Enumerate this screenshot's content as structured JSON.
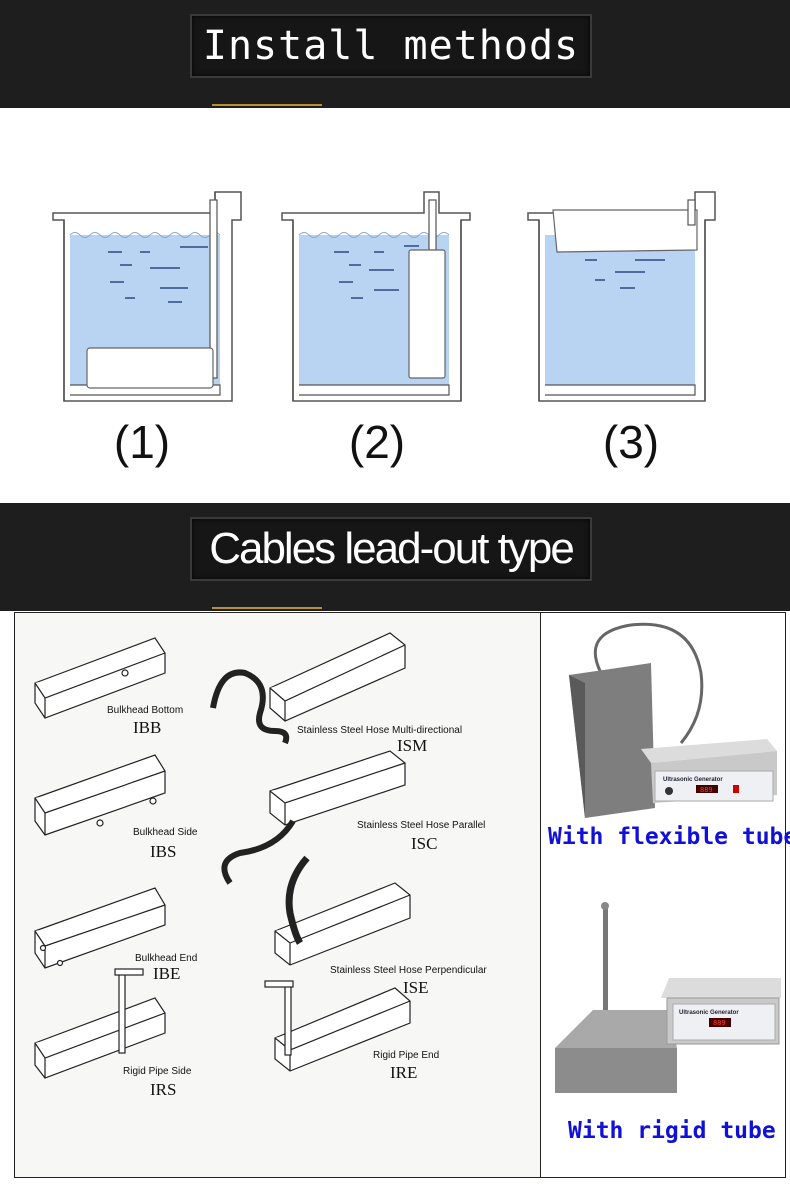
{
  "section1": {
    "title": "Install methods",
    "methods": [
      "(1)",
      "(2)",
      "(3)"
    ]
  },
  "section2": {
    "title": "Cables lead-out type",
    "types": [
      {
        "desc": "Bulkhead Bottom",
        "code": "IBB"
      },
      {
        "desc": "Stainless Steel Hose Multi-directional",
        "code": "ISM"
      },
      {
        "desc": "Bulkhead Side",
        "code": "IBS"
      },
      {
        "desc": "Stainless Steel Hose Parallel",
        "code": "ISC"
      },
      {
        "desc": "Bulkhead End",
        "code": "IBE"
      },
      {
        "desc": "Stainless Steel Hose Perpendicular",
        "code": "ISE"
      },
      {
        "desc": "Rigid Pipe Side",
        "code": "IRS"
      },
      {
        "desc": "Rigid Pipe End",
        "code": "IRE"
      }
    ],
    "products": [
      {
        "caption": "With flexible tube",
        "device": "Ultrasonic Generator",
        "display": "889"
      },
      {
        "caption": "With rigid tube",
        "device": "Ultrasonic Generator",
        "display": "889"
      }
    ]
  },
  "colors": {
    "banner": "#1e1e1e",
    "accent": "#b8902e",
    "water": "#b9d3f2",
    "caption": "#1010d8"
  }
}
